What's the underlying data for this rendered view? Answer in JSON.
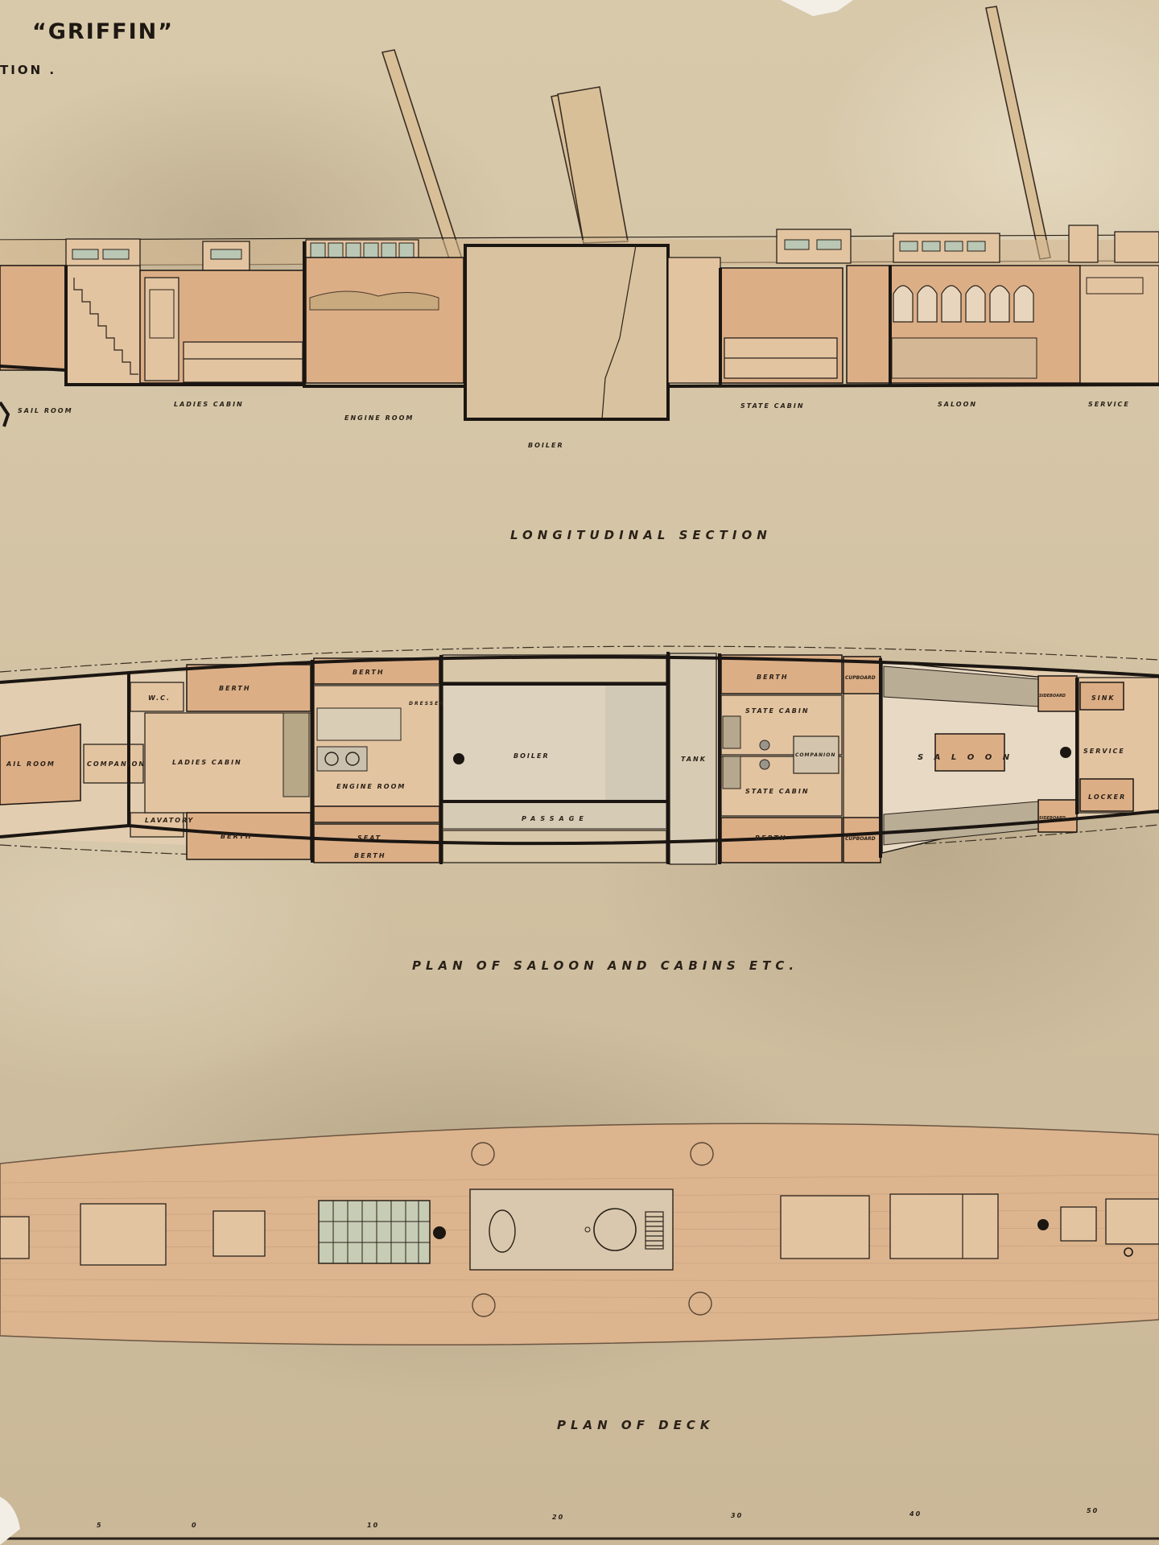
{
  "title": "“GRIFFIN”",
  "subtitle": "TION .",
  "section": {
    "heading": "LONGITUDINAL   SECTION",
    "labels": {
      "sail_room": "SAIL ROOM",
      "ladies_cabin": "LADIES   CABIN",
      "engine_room": "ENGINE   ROOM",
      "boiler": "BOILER",
      "state_cabin": "STATE CABIN",
      "saloon": "SALOON",
      "service": "SERVICE"
    }
  },
  "plan_cabins": {
    "heading": "PLAN   OF   SALOON   AND   CABINS   ETC.",
    "labels": {
      "sail_room": "AIL ROOM",
      "companion_fwd": "COMPANION",
      "wc": "W.C.",
      "lavatory": "LAVATORY",
      "ladies_cabin": "LADIES   CABIN",
      "berth_top_1": "BERTH",
      "berth_bottom_1": "BERTH",
      "berth_top_2": "BERTH",
      "seat": "SEAT",
      "berth_bottom_2": "BERTH",
      "dresser": "DRESSER",
      "engine_room": "ENGINE   ROOM",
      "boiler": "BOILER",
      "passage": "PASSAGE",
      "tank": "TANK",
      "berth_top_3": "BERTH",
      "state_cabin_top": "STATE CABIN",
      "companion_aft": "COMPANION",
      "state_cabin_bottom": "STATE CABIN",
      "berth_bottom_3": "BERTH",
      "cupboard_top": "CUPBOARD",
      "cupboard_bottom": "CUPBOARD",
      "saloon": "S A L O O N",
      "sideboard_top": "SIDEBOARD",
      "sideboard_bottom": "SIDEBOARD",
      "sink": "SINK",
      "service": "SERVICE",
      "locker": "LOCKER"
    }
  },
  "plan_deck": {
    "heading": "PLAN   OF   DECK"
  },
  "scale": {
    "ticks": [
      "5",
      "0",
      "10",
      "20",
      "30",
      "40",
      "50"
    ]
  },
  "colors": {
    "paper": "#d4c4a5",
    "wash_timber": "#dcae86",
    "ink": "#1b1612",
    "skylight_glass": "#b9c7b4"
  }
}
